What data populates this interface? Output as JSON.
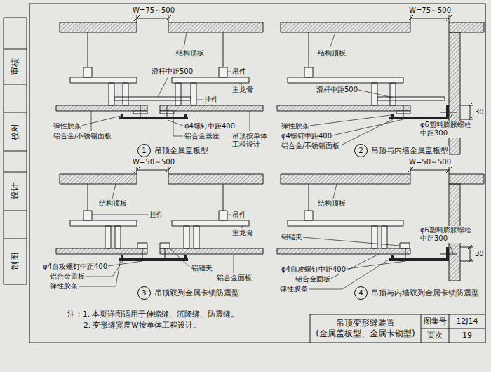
{
  "diagram": {
    "title": "吊顶变形缝装置 (金属盖板型、金属卡锁型)",
    "nodes": [
      {
        "text": [
          "1",
          "吊顶金属盖板型"
        ]
      },
      {
        "text": [
          "2",
          "吊顶与内墙金属盖板型"
        ]
      },
      {
        "text": [
          "3",
          "吊顶双列金属卡锁防震型"
        ]
      },
      {
        "text": [
          "4",
          "吊顶与内墙双列金属卡锁防震型"
        ]
      }
    ],
    "labels": [
      "W=75～500",
      "结构顶板",
      "滑杆中距500",
      "吊件",
      "主龙骨",
      "挂件",
      "吊顶按单体工程设计",
      "弹性胶条",
      "铝合金/不锈钢面板",
      "φ4螺钉中距400",
      "铝合金基座",
      "W=75～500",
      "结构顶板",
      "滑杆中距500",
      "φ6塑料膨胀螺栓中距300",
      "30",
      "弹性胶条",
      "φ4螺钉中距400",
      "铝合金/不锈钢面板",
      "W=50～500",
      "结构顶板",
      "挂件",
      "吊件",
      "主龙骨",
      "铝锚夹",
      "铝合金面板",
      "φ4自攻螺钉中距400",
      "铝合金盖板",
      "弹性胶条",
      "W=50～500",
      "结构顶板",
      "铝锚夹",
      "φ6塑料膨胀螺栓中距300",
      "30",
      "φ4自攻螺钉中距400",
      "铝合金面板",
      "弹性胶条",
      "注：1. 本页详图适用于伸缩缝、沉降缝、防震缝。",
      "2. 变形缝宽度W按单体工程设计。",
      "图集号",
      "12J14",
      "页次",
      "19",
      "审核",
      "校对",
      "设计",
      "制图"
    ]
  }
}
